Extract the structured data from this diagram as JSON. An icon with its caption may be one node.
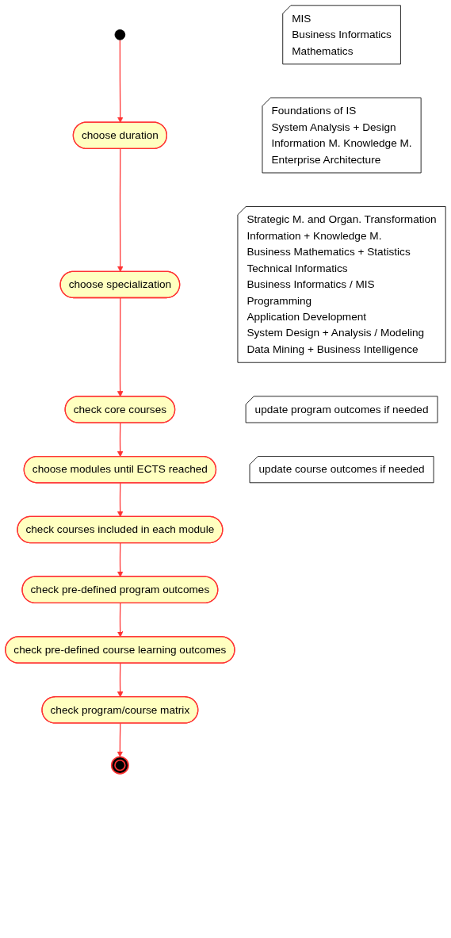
{
  "diagram": {
    "nodes": [
      {
        "text": [],
        "shape": "circle"
      },
      {
        "text": [
          "choose duration"
        ]
      },
      {
        "text": [
          "choose specialization"
        ]
      },
      {
        "text": [
          "MIS",
          "Business Informatics",
          "Mathematics"
        ]
      },
      {
        "text": [
          "check core courses"
        ]
      },
      {
        "text": [
          "Foundations of IS",
          "System Analysis + Design",
          "Information M.  Knowledge M.",
          "Enterprise Architecture"
        ]
      },
      {
        "text": [
          "choose modules until ECTS reached"
        ]
      },
      {
        "text": [
          "Strategic M. and Organ. Transformation",
          "Information + Knowledge M.",
          "Business Mathematics + Statistics",
          "Technical Informatics",
          "Business Informatics / MIS",
          "Programming",
          "Application Development",
          "System Design + Analysis  / Modeling",
          "Data Mining + Business Intelligence"
        ]
      },
      {
        "text": [
          "check courses included in each module"
        ]
      },
      {
        "text": [
          "check pre-defined program outcomes"
        ]
      },
      {
        "text": [
          "update program outcomes if needed"
        ]
      },
      {
        "text": [
          "check pre-defined course learning outcomes"
        ]
      },
      {
        "text": [
          "update course outcomes if needed"
        ]
      },
      {
        "text": [
          "check program/course matrix"
        ]
      },
      {
        "text": [],
        "shape": "circle"
      }
    ],
    "edges": [
      {
        "from": 0,
        "to": 1,
        "arrow": "to"
      },
      {
        "from": 1,
        "to": 2,
        "arrow": "to"
      },
      {
        "from": 2,
        "to": 4,
        "arrow": "to"
      },
      {
        "from": 4,
        "to": 6,
        "arrow": "to"
      },
      {
        "from": 6,
        "to": 8,
        "arrow": "to"
      },
      {
        "from": 8,
        "to": 9,
        "arrow": "to"
      },
      {
        "from": 9,
        "to": 11,
        "arrow": "to"
      },
      {
        "from": 11,
        "to": 13,
        "arrow": "to"
      },
      {
        "from": 13,
        "to": 14,
        "arrow": "to"
      }
    ]
  }
}
